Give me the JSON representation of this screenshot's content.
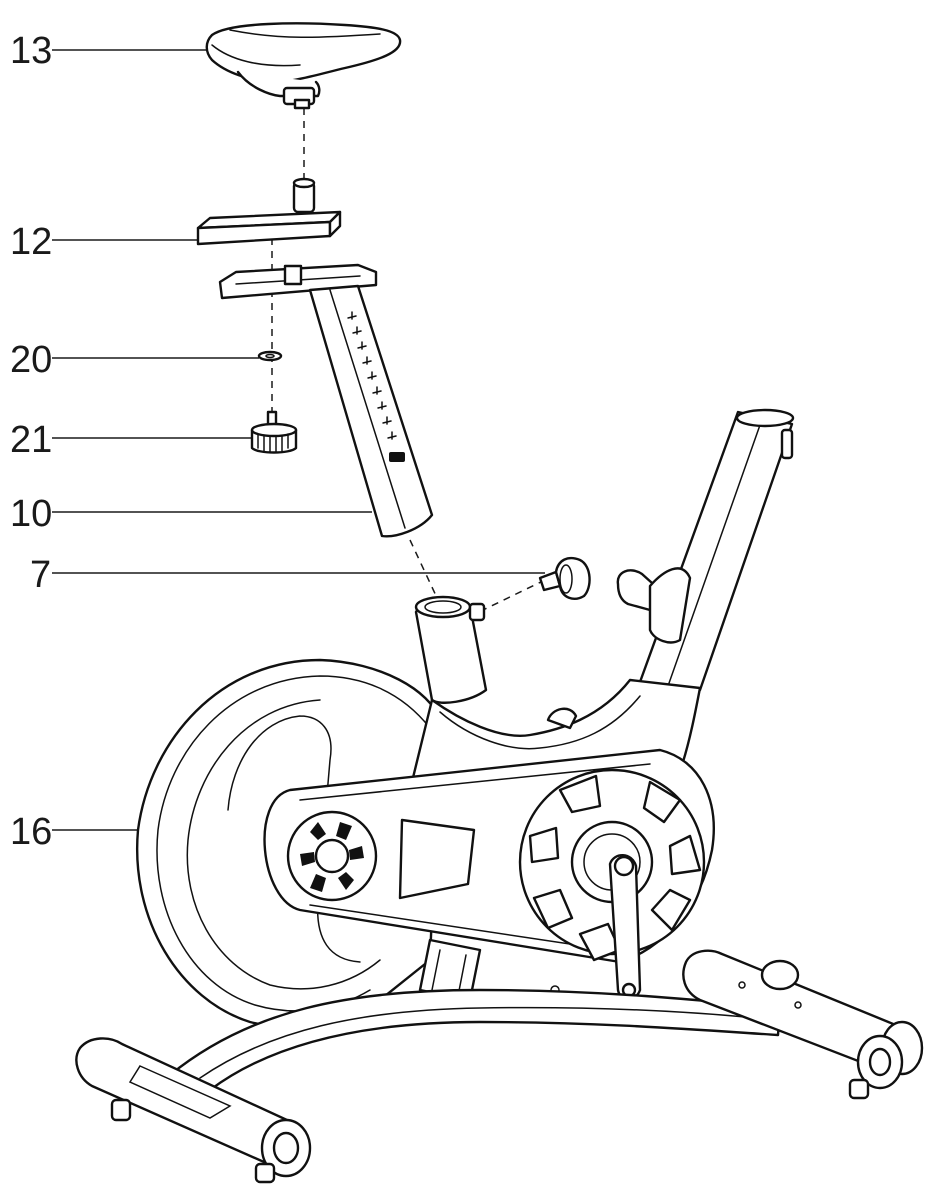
{
  "diagram": {
    "callouts": [
      {
        "id": "seat",
        "label": "13"
      },
      {
        "id": "seat-slider",
        "label": "12"
      },
      {
        "id": "washer",
        "label": "20"
      },
      {
        "id": "seat-knob",
        "label": "21"
      },
      {
        "id": "seat-post",
        "label": "10"
      },
      {
        "id": "post-knob",
        "label": "7"
      },
      {
        "id": "flywheel",
        "label": "16"
      }
    ]
  }
}
